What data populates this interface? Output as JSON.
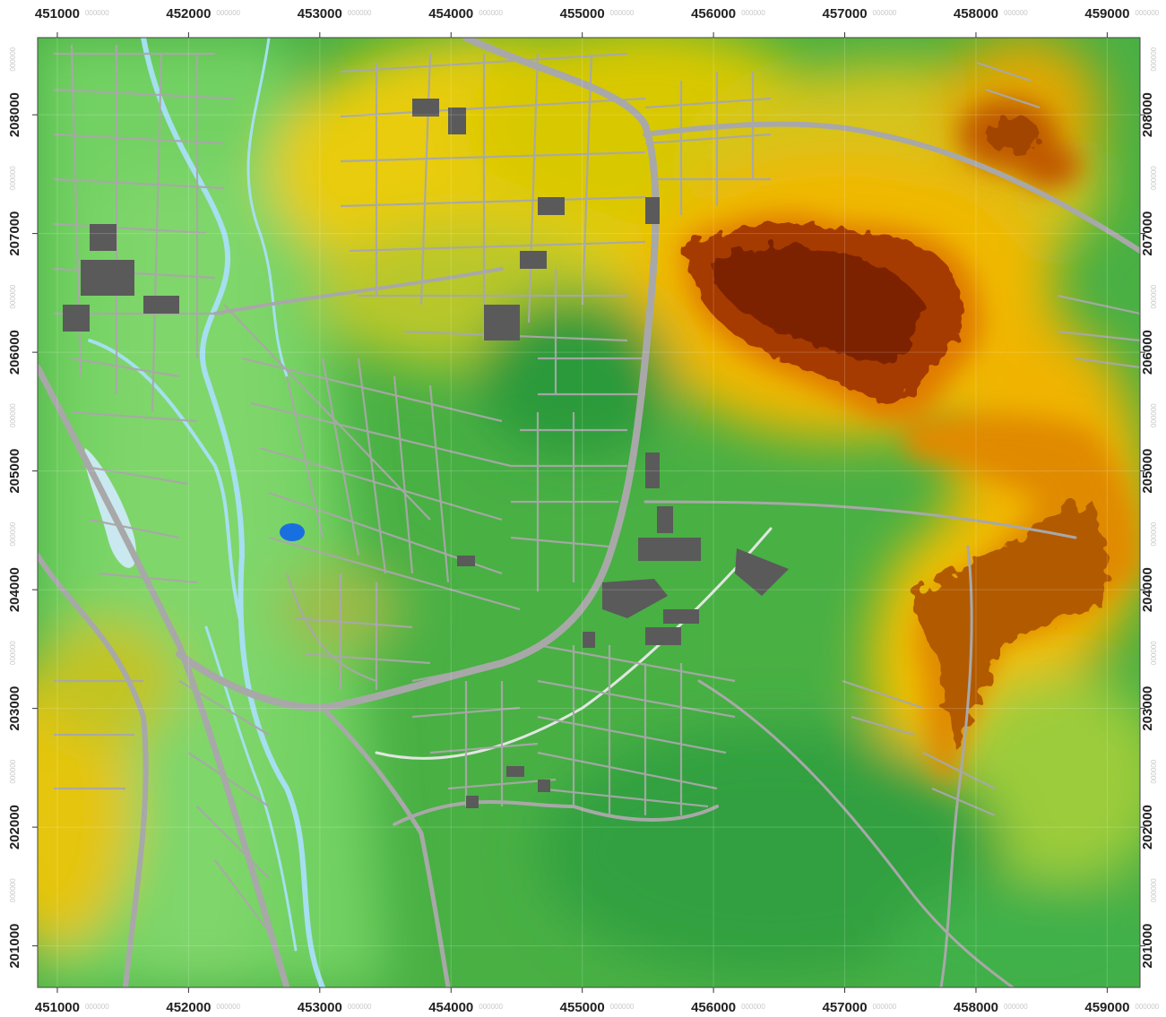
{
  "map": {
    "easting_range": [
      450850,
      459250
    ],
    "northing_range": [
      200650,
      208650
    ],
    "easting_ticks": [
      "451000",
      "452000",
      "453000",
      "454000",
      "455000",
      "456000",
      "457000",
      "458000",
      "459000"
    ],
    "northing_ticks": [
      "201000",
      "202000",
      "203000",
      "204000",
      "205000",
      "206000",
      "207000",
      "208000"
    ],
    "tick_suffix": "000000",
    "colors": {
      "low_ground": "#3aa33a",
      "floodplain": "#6ccf5a",
      "mid": "#a7c93a",
      "upland": "#f2c400",
      "high": "#d98a10",
      "summit": "#8b2a00",
      "roads": "#a8a8a8",
      "buildings": "#5a5a5a",
      "river": "#a5dff0",
      "lake": "#1a6fe0"
    }
  }
}
